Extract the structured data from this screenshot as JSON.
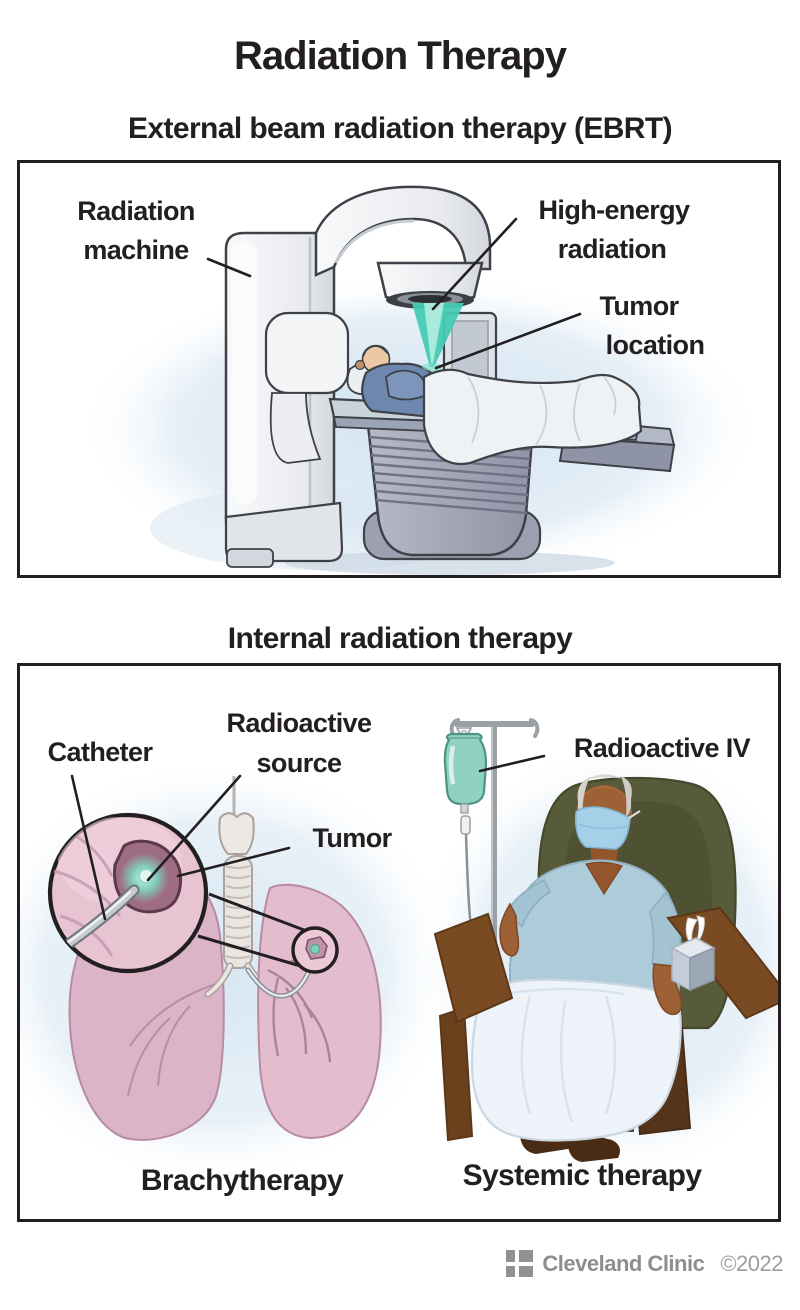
{
  "title": "Radiation Therapy",
  "sections": {
    "ebrt": {
      "heading": "External beam radiation therapy (EBRT)",
      "labels": {
        "radiation_machine": {
          "lines": [
            "Radiation",
            "machine"
          ]
        },
        "high_energy_radiation": {
          "lines": [
            "High-energy",
            "radiation"
          ]
        },
        "tumor_location": {
          "lines": [
            "Tumor",
            "location"
          ]
        }
      }
    },
    "internal": {
      "heading": "Internal radiation therapy",
      "labels": {
        "catheter": "Catheter",
        "radioactive_source": {
          "lines": [
            "Radioactive",
            "source"
          ]
        },
        "tumor": "Tumor",
        "radioactive_iv": "Radioactive IV"
      },
      "captions": {
        "brachytherapy": "Brachytherapy",
        "systemic": "Systemic therapy"
      }
    }
  },
  "footer": {
    "brand": "Cleveland Clinic",
    "copyright": "©2022"
  },
  "colors": {
    "beam_teal": "#45cbb2",
    "radioactive_glow": "#7fd0bd",
    "iv_bag_teal": "#8fd2c2",
    "lung_pink": "#dcb4c7",
    "lung_pink_light": "#e3bccd",
    "tumor_mauve": "#9e6d82",
    "machine_grey": "#eceef1",
    "pedestal_grey": "#a7aab8",
    "gown_blue": "#6e87ae",
    "chair_olive": "#575b39",
    "wood_brown": "#7a4b22",
    "skin_brown": "#9e6136",
    "mask_blue": "#a6cfe8",
    "shirt_blue": "#aecbd9",
    "blanket_white": "#edf3f9",
    "label_ink": "#231f20",
    "footer_grey": "#8b8f92"
  }
}
